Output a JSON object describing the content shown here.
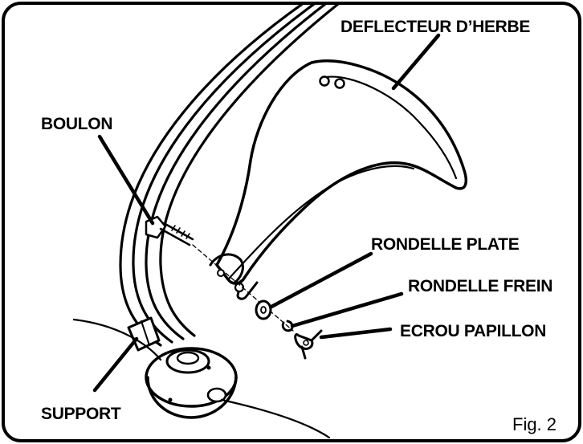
{
  "labels": {
    "deflector": "DEFLECTEUR D’HERBE",
    "bolt": "BOULON",
    "flat_washer": "RONDELLE PLATE",
    "lock_washer": "RONDELLE FREIN",
    "wing_nut": "ECROU PAPILLON",
    "bracket": "SUPPORT"
  },
  "caption": "Fig. 2"
}
